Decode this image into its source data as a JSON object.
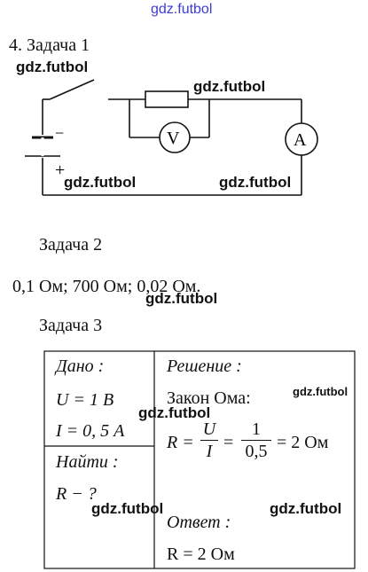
{
  "watermark": "gdz.futbol",
  "tasks": {
    "task1_heading": "4. Задача 1",
    "task2_heading": "Задача 2",
    "task2_answer": "0,1 Ом; 700 Ом; 0,02 Ом.",
    "task3_heading": "Задача 3"
  },
  "circuit": {
    "voltmeter_symbol": "V",
    "ammeter_symbol": "A",
    "minus_sign": "−",
    "plus_sign": "+"
  },
  "table": {
    "given_label": "Дано :",
    "given_u": "U = 1 В",
    "given_i": "I = 0, 5 А",
    "find_label": "Найти :",
    "find_r": "R − ?",
    "solution_label": "Решение :",
    "ohm_law": "Закон Ома:",
    "formula_lhs": "R =",
    "formula_num1": "U",
    "formula_den1": "I",
    "formula_eq": "=",
    "formula_num2": "1",
    "formula_den2": "0,5",
    "formula_result": "= 2  Ом",
    "answer_label": "Ответ :",
    "answer_value": "R = 2  Ом"
  }
}
